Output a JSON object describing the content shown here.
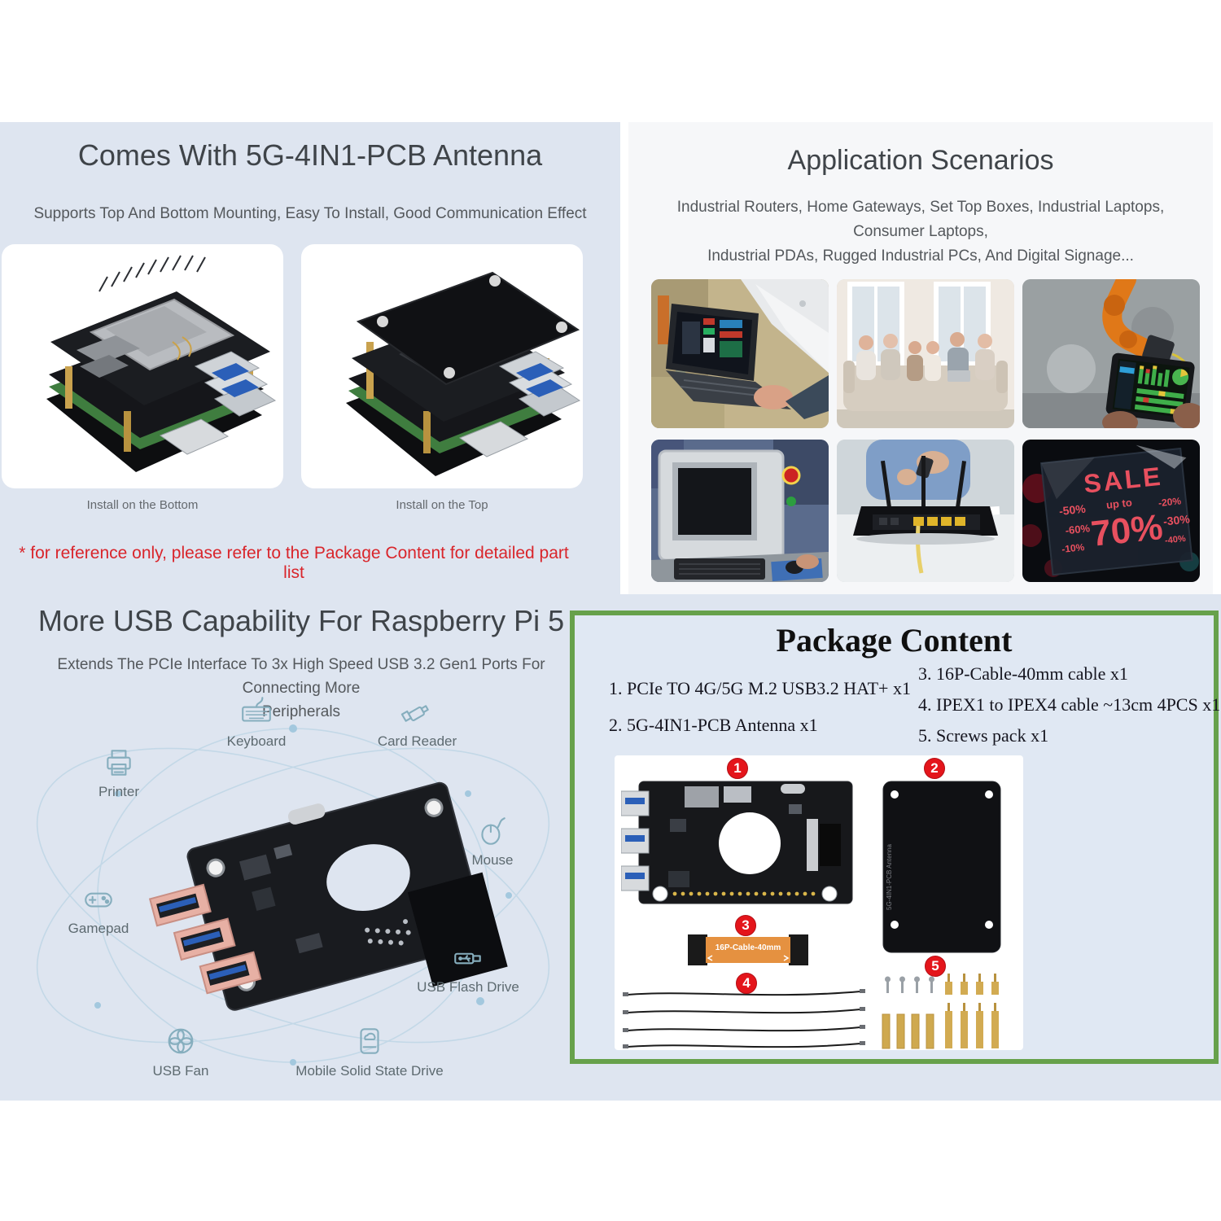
{
  "colors": {
    "panel_blue": "#dee5f0",
    "panel_gray": "#f6f7f9",
    "green_border": "#67a14b",
    "note_red": "#d9252b",
    "badge_red": "#e4151b",
    "title_gray": "#3f4449",
    "icon_teal": "#86aebe"
  },
  "antenna_section": {
    "title": "Comes With 5G-4IN1-PCB Antenna",
    "subtitle": "Supports Top And Bottom Mounting, Easy To Install, Good Communication Effect",
    "photos": [
      {
        "caption": "Install on the Bottom"
      },
      {
        "caption": "Install on the Top"
      }
    ],
    "note": "* for reference only, please refer to the Package Content for detailed part list"
  },
  "scenarios_section": {
    "title": "Application Scenarios",
    "description_line1": "Industrial Routers, Home Gateways, Set Top Boxes, Industrial Laptops, Consumer Laptops,",
    "description_line2": "Industrial PDAs, Rugged Industrial PCs, And Digital Signage...",
    "photos": [
      "industrial-laptop",
      "home-family",
      "robot-arm-tablet",
      "industrial-pc",
      "home-router",
      "digital-signage"
    ],
    "signage": {
      "sale": "SALE",
      "upto": "up to",
      "big": "70%",
      "left": [
        "-50%",
        "-60%",
        "-10%"
      ],
      "right": [
        "-20%",
        "-30%",
        "-40%"
      ]
    }
  },
  "usb_section": {
    "title": "More USB Capability For Raspberry Pi 5",
    "subtitle_line1": "Extends The PCIe Interface To 3x High Speed USB 3.2 Gen1 Ports For Connecting More",
    "subtitle_line2": "Peripherals",
    "peripherals": [
      {
        "label": "Printer"
      },
      {
        "label": "Keyboard"
      },
      {
        "label": "Card Reader"
      },
      {
        "label": "Mouse"
      },
      {
        "label": "Gamepad"
      },
      {
        "label": "USB Flash Drive"
      },
      {
        "label": "USB Fan"
      },
      {
        "label": "Mobile Solid State Drive"
      }
    ]
  },
  "package_section": {
    "title": "Package Content",
    "items_left": [
      "1. PCIe TO 4G/5G M.2 USB3.2 HAT+ x1",
      "2. 5G-4IN1-PCB Antenna x1"
    ],
    "items_right": [
      "3. 16P-Cable-40mm cable x1",
      "4. IPEX1 to IPEX4 cable ~13cm 4PCS x1",
      "5. Screws pack x1"
    ],
    "badges": [
      "1",
      "2",
      "3",
      "4",
      "5"
    ],
    "cable_label": "16P-Cable-40mm",
    "plate_label": "5G-4IN1-PCB Antenna"
  }
}
